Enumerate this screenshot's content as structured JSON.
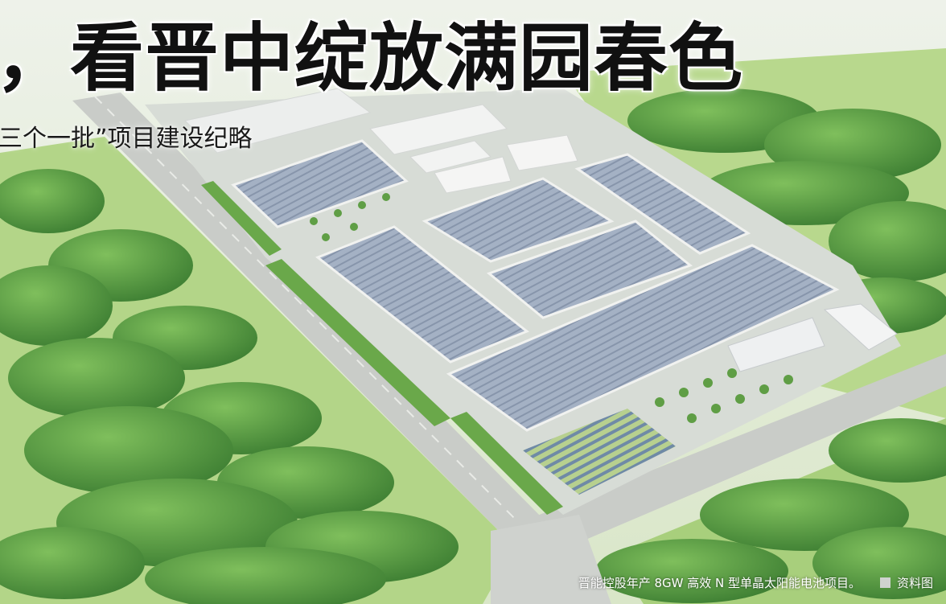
{
  "headline": "，看晋中绽放满园春色",
  "subheadline": "三个一批”项目建设纪略",
  "caption": {
    "text": "晋能控股年产 8GW 高效 N 型单晶太阳能电池项目。",
    "credit": "资料图"
  },
  "colors": {
    "grass": "#a9cf7d",
    "tree": "#4f9640",
    "roof": "#9aa8bd",
    "road": "#c9ccc8"
  }
}
